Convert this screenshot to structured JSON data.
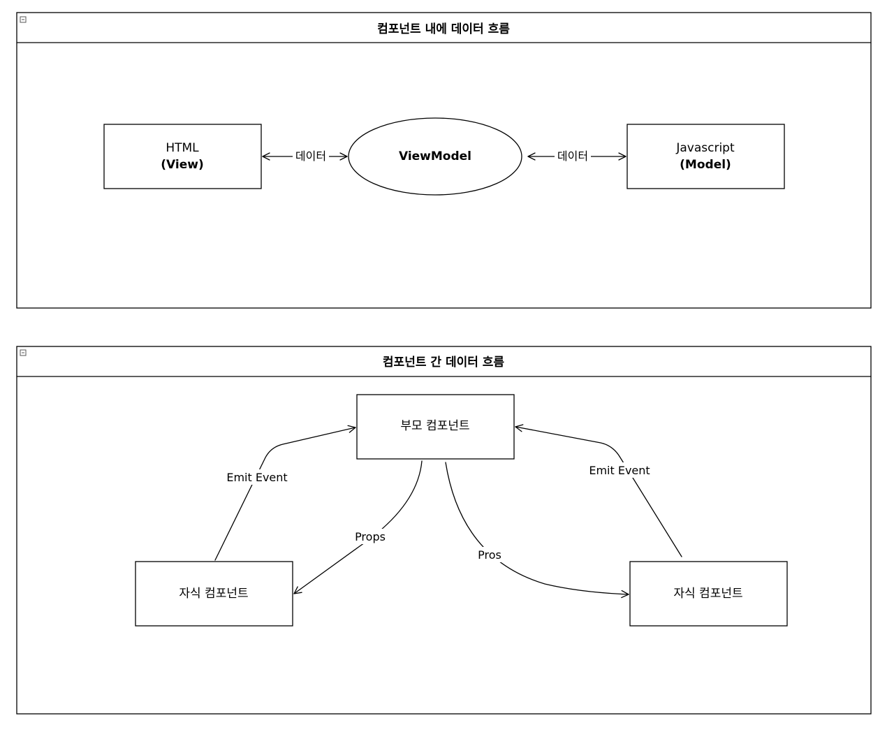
{
  "panel_top": {
    "title": "컴포넌트 내에 데이터 흐름",
    "nodes": {
      "view": {
        "line1": "HTML",
        "line2": "(View)"
      },
      "viewmodel": {
        "label": "ViewModel"
      },
      "model": {
        "line1": "Javascript",
        "line2": "(Model)"
      }
    },
    "edges": {
      "view_vm": {
        "label": "데이터"
      },
      "vm_model": {
        "label": "데이터"
      }
    }
  },
  "panel_bottom": {
    "title": "컴포넌트 간 데이터 흐름",
    "nodes": {
      "parent": {
        "label": "부모 컴포넌트"
      },
      "child_left": {
        "label": "자식 컴포넌트"
      },
      "child_right": {
        "label": "자식 컴포넌트"
      }
    },
    "edges": {
      "emit_left": {
        "label": "Emit Event"
      },
      "emit_right": {
        "label": "Emit Event"
      },
      "props_left": {
        "label": "Props"
      },
      "props_right": {
        "label": "Pros"
      }
    }
  }
}
